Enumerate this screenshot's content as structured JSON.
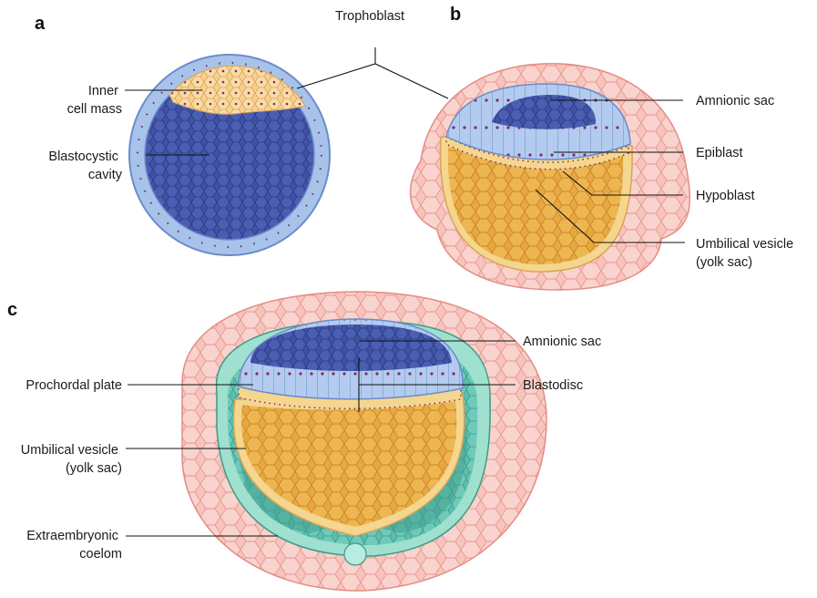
{
  "panels": {
    "a": "a",
    "b": "b",
    "c": "c"
  },
  "labels": {
    "trophoblast": "Trophoblast",
    "inner_cell_mass": [
      "Inner",
      "cell mass"
    ],
    "blastocystic_cavity": [
      "Blastocystic",
      "cavity"
    ],
    "b_amnionic_sac": "Amnionic sac",
    "b_epiblast": "Epiblast",
    "b_hypoblast": "Hypoblast",
    "b_umbilical_vesicle": [
      "Umbilical vesicle",
      "(yolk sac)"
    ],
    "c_amnionic_sac": "Amnionic sac",
    "c_blastodisc": "Blastodisc",
    "c_prochordal_plate": "Prochordal plate",
    "c_umbilical_vesicle": [
      "Umbilical vesicle",
      "(yolk sac)"
    ],
    "c_extraembryonic_coelom": [
      "Extraembryonic",
      "coelom"
    ]
  },
  "colors": {
    "trophoblast_pink": "#f2b3ac",
    "trophoblast_edge": "#e58b84",
    "blue_cell": "#a8c3ea",
    "blue_dark": "#3d4f9e",
    "yolk_orange": "#e6a640",
    "yolk_light": "#f5d68e",
    "teal": "#4fb6a5",
    "teal_light": "#9fe0cf",
    "nucleus": "#7a2f6a"
  }
}
